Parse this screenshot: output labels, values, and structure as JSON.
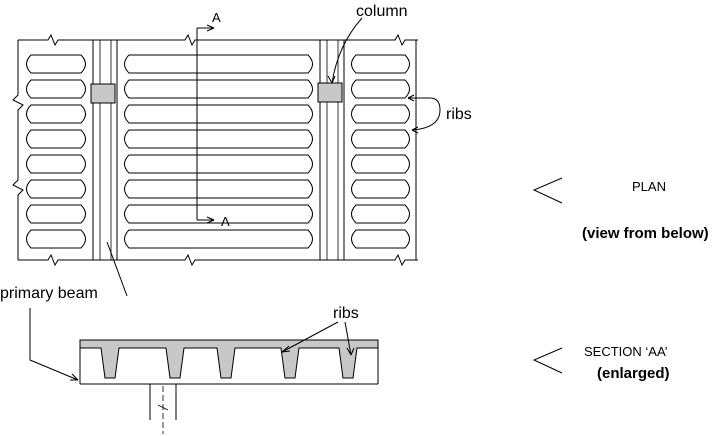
{
  "labels": {
    "column": "column",
    "ribs_plan": "ribs",
    "section_a_top": "A",
    "section_a_bottom": "A",
    "primary_beam": "primary beam",
    "ribs_section": "ribs"
  },
  "captions": {
    "plan_title": "PLAN",
    "plan_subtitle": "(view from below)",
    "section_title": "SECTION ‘AA’",
    "section_subtitle": "(enlarged)"
  },
  "colors": {
    "fill_gray": "#c8c8c8",
    "line": "#000000"
  }
}
